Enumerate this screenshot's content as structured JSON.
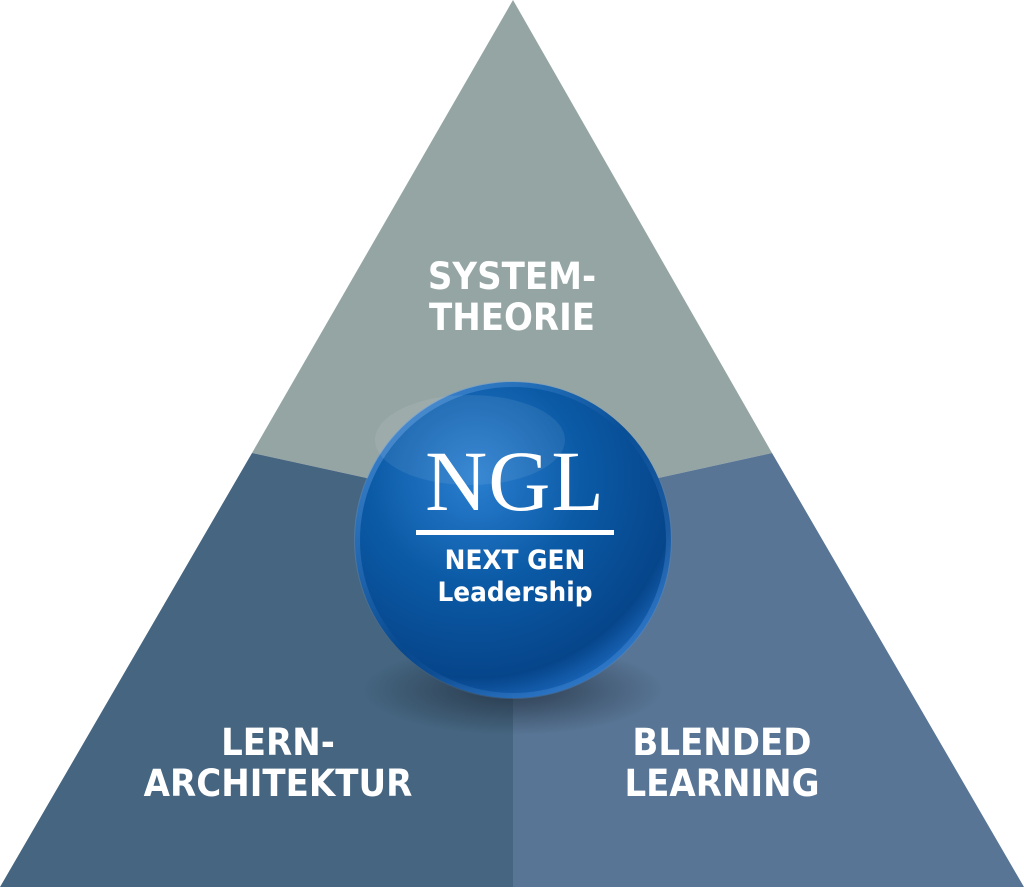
{
  "diagram": {
    "type": "triangle",
    "segments": [
      {
        "id": "top",
        "lines": [
          "SYSTEM-",
          "THEORIE"
        ],
        "color": "#95a5a4"
      },
      {
        "id": "bottom-left",
        "lines": [
          "LERN-",
          "ARCHITEKTUR"
        ],
        "color": "#456580"
      },
      {
        "id": "bottom-right",
        "lines": [
          "BLENDED",
          "LEARNING"
        ],
        "color": "#587595"
      }
    ],
    "center": {
      "title": "NGL",
      "subtitle_line1": "NEXT GEN",
      "subtitle_line2": "Leadership",
      "color": "#0a5aa3"
    }
  }
}
